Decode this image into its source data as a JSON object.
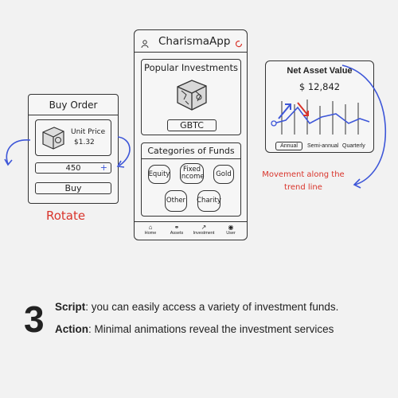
{
  "buy_order": {
    "title": "Buy Order",
    "unit_price_label": "Unit Price",
    "unit_price_value": "$1.32",
    "quantity": "450",
    "plus_symbol": "+",
    "buy_label": "Buy"
  },
  "rotate_label": "Rotate",
  "app": {
    "title": "CharismaApp",
    "popular_heading": "Popular Investments",
    "ticker": "GBTC",
    "categories_heading": "Categories of Funds",
    "categories": [
      "Equity",
      "Fixed Income",
      "Gold",
      "Other",
      "Charity"
    ],
    "nav": [
      {
        "label": "Home",
        "icon": "home-icon"
      },
      {
        "label": "Assets",
        "icon": "assets-icon"
      },
      {
        "label": "Investment",
        "icon": "trend-icon"
      },
      {
        "label": "User",
        "icon": "user-icon"
      }
    ]
  },
  "nav_panel": {
    "title": "Net Asset Value",
    "value": "$ 12,842",
    "tabs": [
      "Annual",
      "Semi-annual",
      "Quarterly"
    ],
    "active_tab": "Annual"
  },
  "annotation": {
    "line1": "Movement along the",
    "line2": "trend line"
  },
  "caption": {
    "number": "3",
    "script_label": "Script",
    "script_text": ":  you can easily access a variety of investment funds.",
    "action_label": "Action",
    "action_text": ": Minimal animations reveal the investment services"
  },
  "colors": {
    "accent_red": "#d9342b",
    "accent_blue": "#3d56d8",
    "ink": "#333333"
  }
}
